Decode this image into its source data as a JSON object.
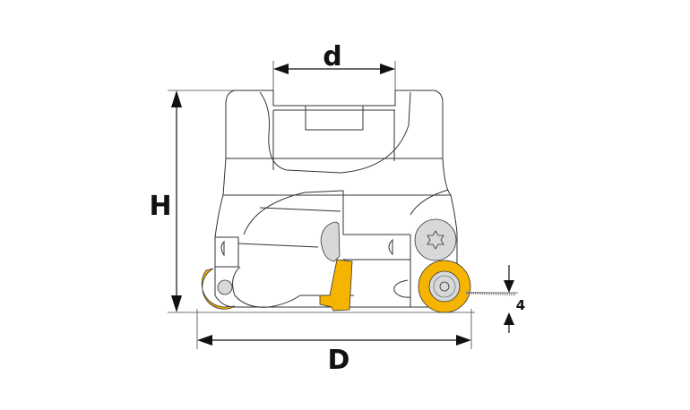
{
  "diagram": {
    "labels": {
      "bore_diameter": "d",
      "height": "H",
      "cutting_diameter": "D",
      "depth_of_cut": "4"
    },
    "colors": {
      "insert": "#f5b400",
      "screw": "#d6d8da",
      "outline": "#333333",
      "dimension": "#111111"
    }
  }
}
